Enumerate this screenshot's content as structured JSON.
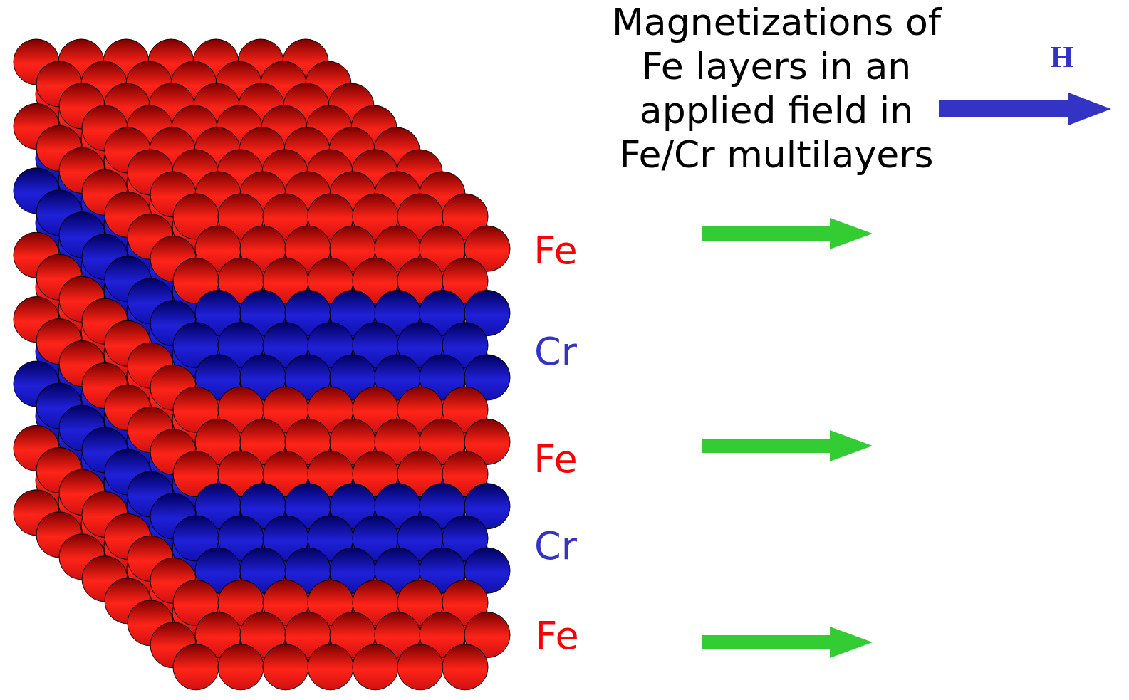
{
  "diagram": {
    "title": "Magnetizations of Fe layers in an applied field in Fe/Cr multilayers",
    "labels": [
      "H",
      "Fe",
      "Cr",
      "Fe",
      "Cr",
      "Fe"
    ]
  }
}
